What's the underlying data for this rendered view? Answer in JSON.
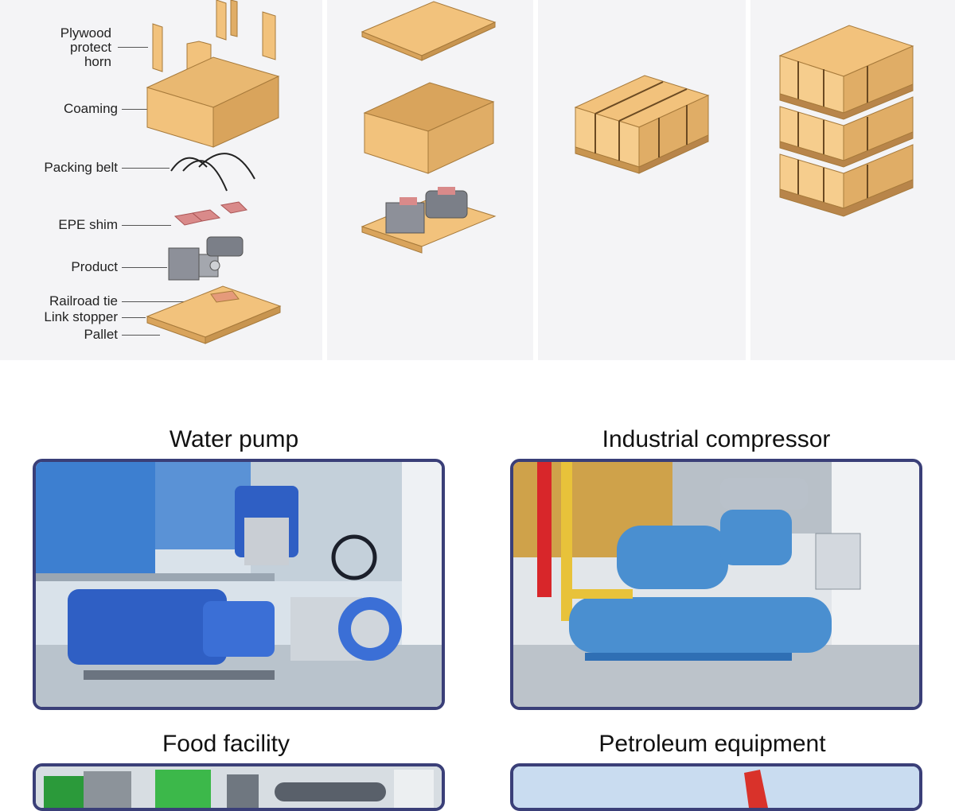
{
  "diagram": {
    "labels": {
      "plywood": [
        "Plywood",
        "protect",
        "horn"
      ],
      "coaming": "Coaming",
      "packing_belt": "Packing belt",
      "epe_shim": "EPE shim",
      "product": "Product",
      "railroad_tie": "Railroad tie",
      "link_stopper": "Link stopper",
      "pallet": "Pallet"
    }
  },
  "applications": [
    {
      "caption": "Water pump"
    },
    {
      "caption": "Industrial compressor"
    },
    {
      "caption": "Food facility"
    },
    {
      "caption": "Petroleum equipment"
    }
  ],
  "colors": {
    "cardboard": "#f2c27c",
    "cardboard_dark": "#d9a45c",
    "panel_bg": "#f4f4f6",
    "frame": "#3a3f78",
    "pump_blue": "#2f5fc4",
    "compressor_blue": "#4a8fd0"
  }
}
